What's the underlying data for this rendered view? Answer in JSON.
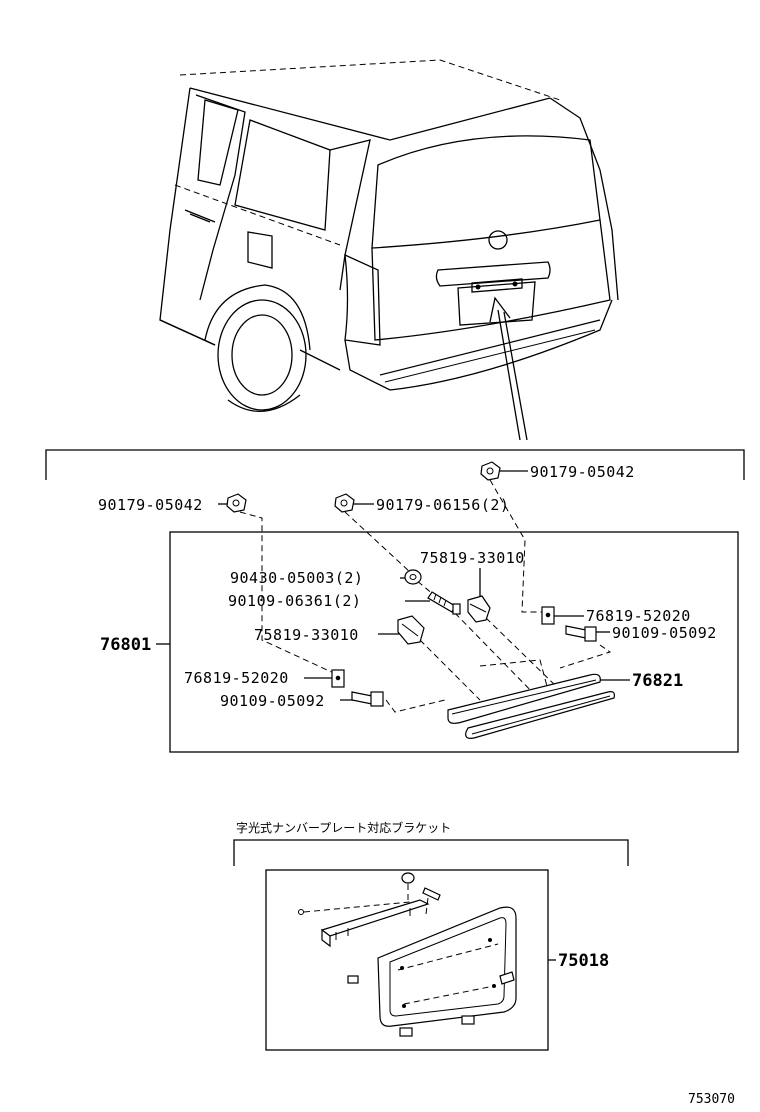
{
  "labels": {
    "p_90179_05042_top": "90179-05042",
    "p_90179_05042_left": "90179-05042",
    "p_90179_06156": "90179-06156(2)",
    "p_90430_05003": "90430-05003(2)",
    "p_75819_33010_a": "75819-33010",
    "p_90109_06361": "90109-06361(2)",
    "p_76819_52020_right": "76819-52020",
    "p_90109_05092_right": "90109-05092",
    "p_75819_33010_b": "75819-33010",
    "p_76801": "76801",
    "p_76821": "76821",
    "p_76819_52020_left": "76819-52020",
    "p_90109_05092_left": "90109-05092",
    "bracket_caption": "字光式ナンバープレート対応ブラケット",
    "p_75018": "75018",
    "figure_code": "753070"
  }
}
